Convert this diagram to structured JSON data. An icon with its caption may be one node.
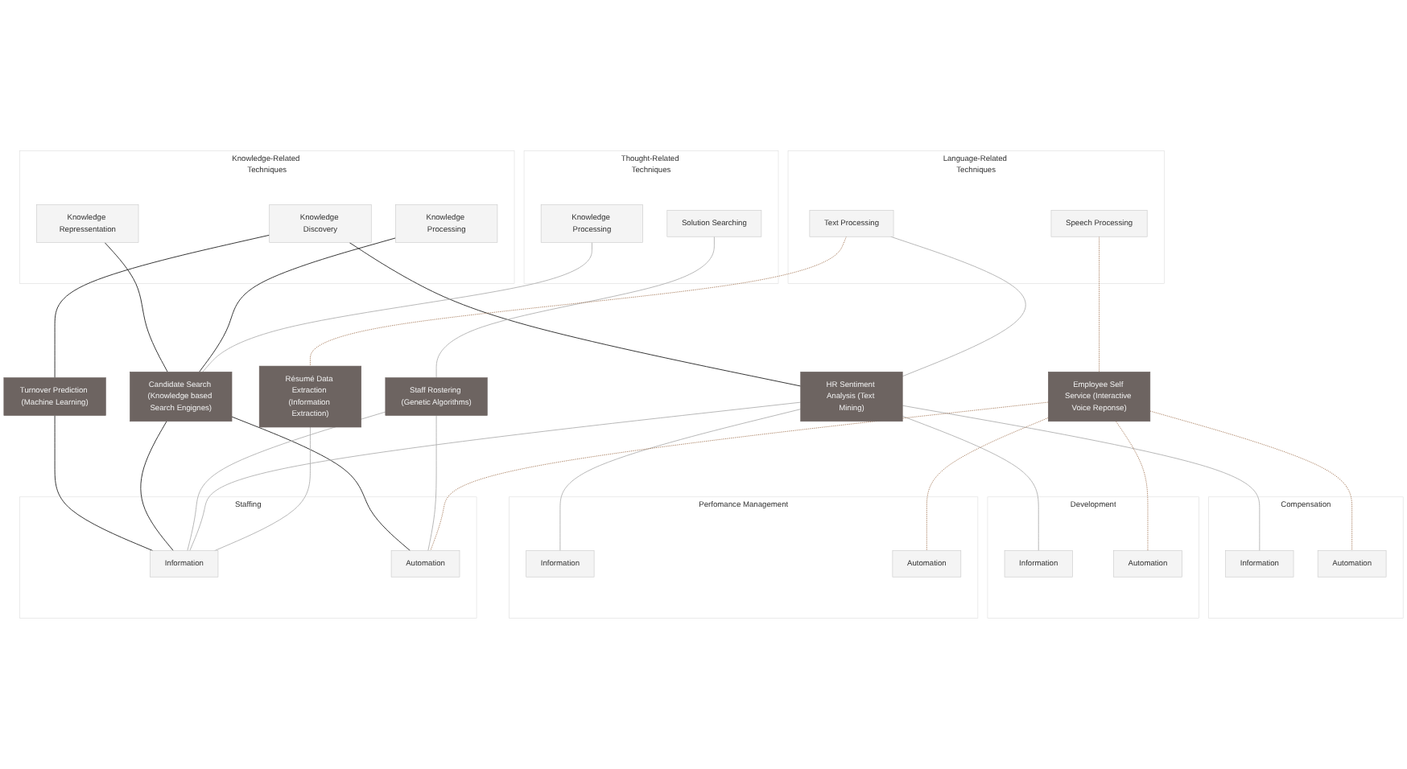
{
  "diagram": {
    "nodes": [
      {
        "text": [
          "Knowledge-Related Techniques"
        ]
      },
      {
        "text": [
          "Knowledge Discovery"
        ],
        "in": 0
      },
      {
        "text": [
          "Knowledge Repressentation"
        ],
        "in": 0
      },
      {
        "text": [
          "Knowledge Processing"
        ],
        "in": 0
      },
      {
        "text": [
          "Thought-Related Techniques"
        ]
      },
      {
        "text": [
          "Knowledge Processing"
        ],
        "in": 4
      },
      {
        "text": [
          "Solution Searching"
        ],
        "in": 4
      },
      {
        "text": [
          "Language-Related Techniques"
        ]
      },
      {
        "text": [
          "Text Processing"
        ],
        "in": 7
      },
      {
        "text": [
          "Speech Processing"
        ],
        "in": 7
      },
      {
        "text": [
          "Turnover Prediction (Machine Learning)"
        ]
      },
      {
        "text": [
          "Candidate Search (Knowledge based Search Engignes)"
        ]
      },
      {
        "text": [
          "Staff Rostering (Genetic Algorithms)"
        ]
      },
      {
        "text": [
          "HR Sentiment Analysis (Text Mining)"
        ]
      },
      {
        "text": [
          "Résumé Data Extraction (Information Extraction)"
        ]
      },
      {
        "text": [
          "Employee Self Service (Interactive Voice Reponse)"
        ]
      },
      {
        "text": [
          "Staffing"
        ]
      },
      {
        "text": [
          "Automation"
        ],
        "in": 16
      },
      {
        "text": [
          "Information"
        ],
        "in": 16
      },
      {
        "text": [
          "Perfomance Management"
        ]
      },
      {
        "text": [
          "Automation"
        ],
        "in": 19
      },
      {
        "text": [
          "Information"
        ],
        "in": 19
      },
      {
        "text": [
          "Development"
        ]
      },
      {
        "text": [
          "Automation"
        ],
        "in": 22
      },
      {
        "text": [
          "Information"
        ],
        "in": 22
      },
      {
        "text": [
          "Compensation"
        ]
      },
      {
        "text": [
          "Automation"
        ],
        "in": 25
      },
      {
        "text": [
          "Information"
        ],
        "in": 25
      }
    ],
    "edges": [
      {
        "from": 1,
        "to": 10,
        "arrow": "none",
        "color": "#222222"
      },
      {
        "from": 1,
        "to": 13,
        "arrow": "none",
        "color": "#222222"
      },
      {
        "from": 2,
        "to": 11,
        "arrow": "none",
        "color": "#222222"
      },
      {
        "from": 3,
        "to": 11,
        "arrow": "none",
        "color": "#222222"
      },
      {
        "from": 5,
        "to": 11,
        "arrow": "none"
      },
      {
        "from": 6,
        "to": 12,
        "arrow": "none"
      },
      {
        "from": 8,
        "to": 13,
        "arrow": "none"
      },
      {
        "from": 8,
        "to": 14,
        "arrow": "none",
        "style": "dashed",
        "color": "#a0714f"
      },
      {
        "from": 9,
        "to": 15,
        "arrow": "none",
        "style": "dashed",
        "color": "#a0714f"
      },
      {
        "from": 10,
        "to": 18,
        "arrow": "none",
        "color": "#222222"
      },
      {
        "from": 11,
        "to": 17,
        "arrow": "none",
        "color": "#222222"
      },
      {
        "from": 11,
        "to": 18,
        "arrow": "none",
        "color": "#222222"
      },
      {
        "from": 12,
        "to": 17,
        "arrow": "none"
      },
      {
        "from": 12,
        "to": 18,
        "arrow": "none"
      },
      {
        "from": 13,
        "to": 18,
        "arrow": "none"
      },
      {
        "from": 13,
        "to": 21,
        "arrow": "none"
      },
      {
        "from": 13,
        "to": 24,
        "arrow": "none"
      },
      {
        "from": 13,
        "to": 27,
        "arrow": "none"
      },
      {
        "from": 14,
        "to": 18,
        "arrow": "none"
      },
      {
        "from": 15,
        "to": 17,
        "arrow": "none",
        "style": "dashed",
        "color": "#a0714f"
      },
      {
        "from": 15,
        "to": 20,
        "arrow": "none",
        "style": "dashed",
        "color": "#a0714f"
      },
      {
        "from": 15,
        "to": 23,
        "arrow": "none",
        "style": "dashed",
        "color": "#a0714f"
      },
      {
        "from": 15,
        "to": 26,
        "arrow": "none",
        "style": "dashed",
        "color": "#a0714f"
      }
    ]
  }
}
